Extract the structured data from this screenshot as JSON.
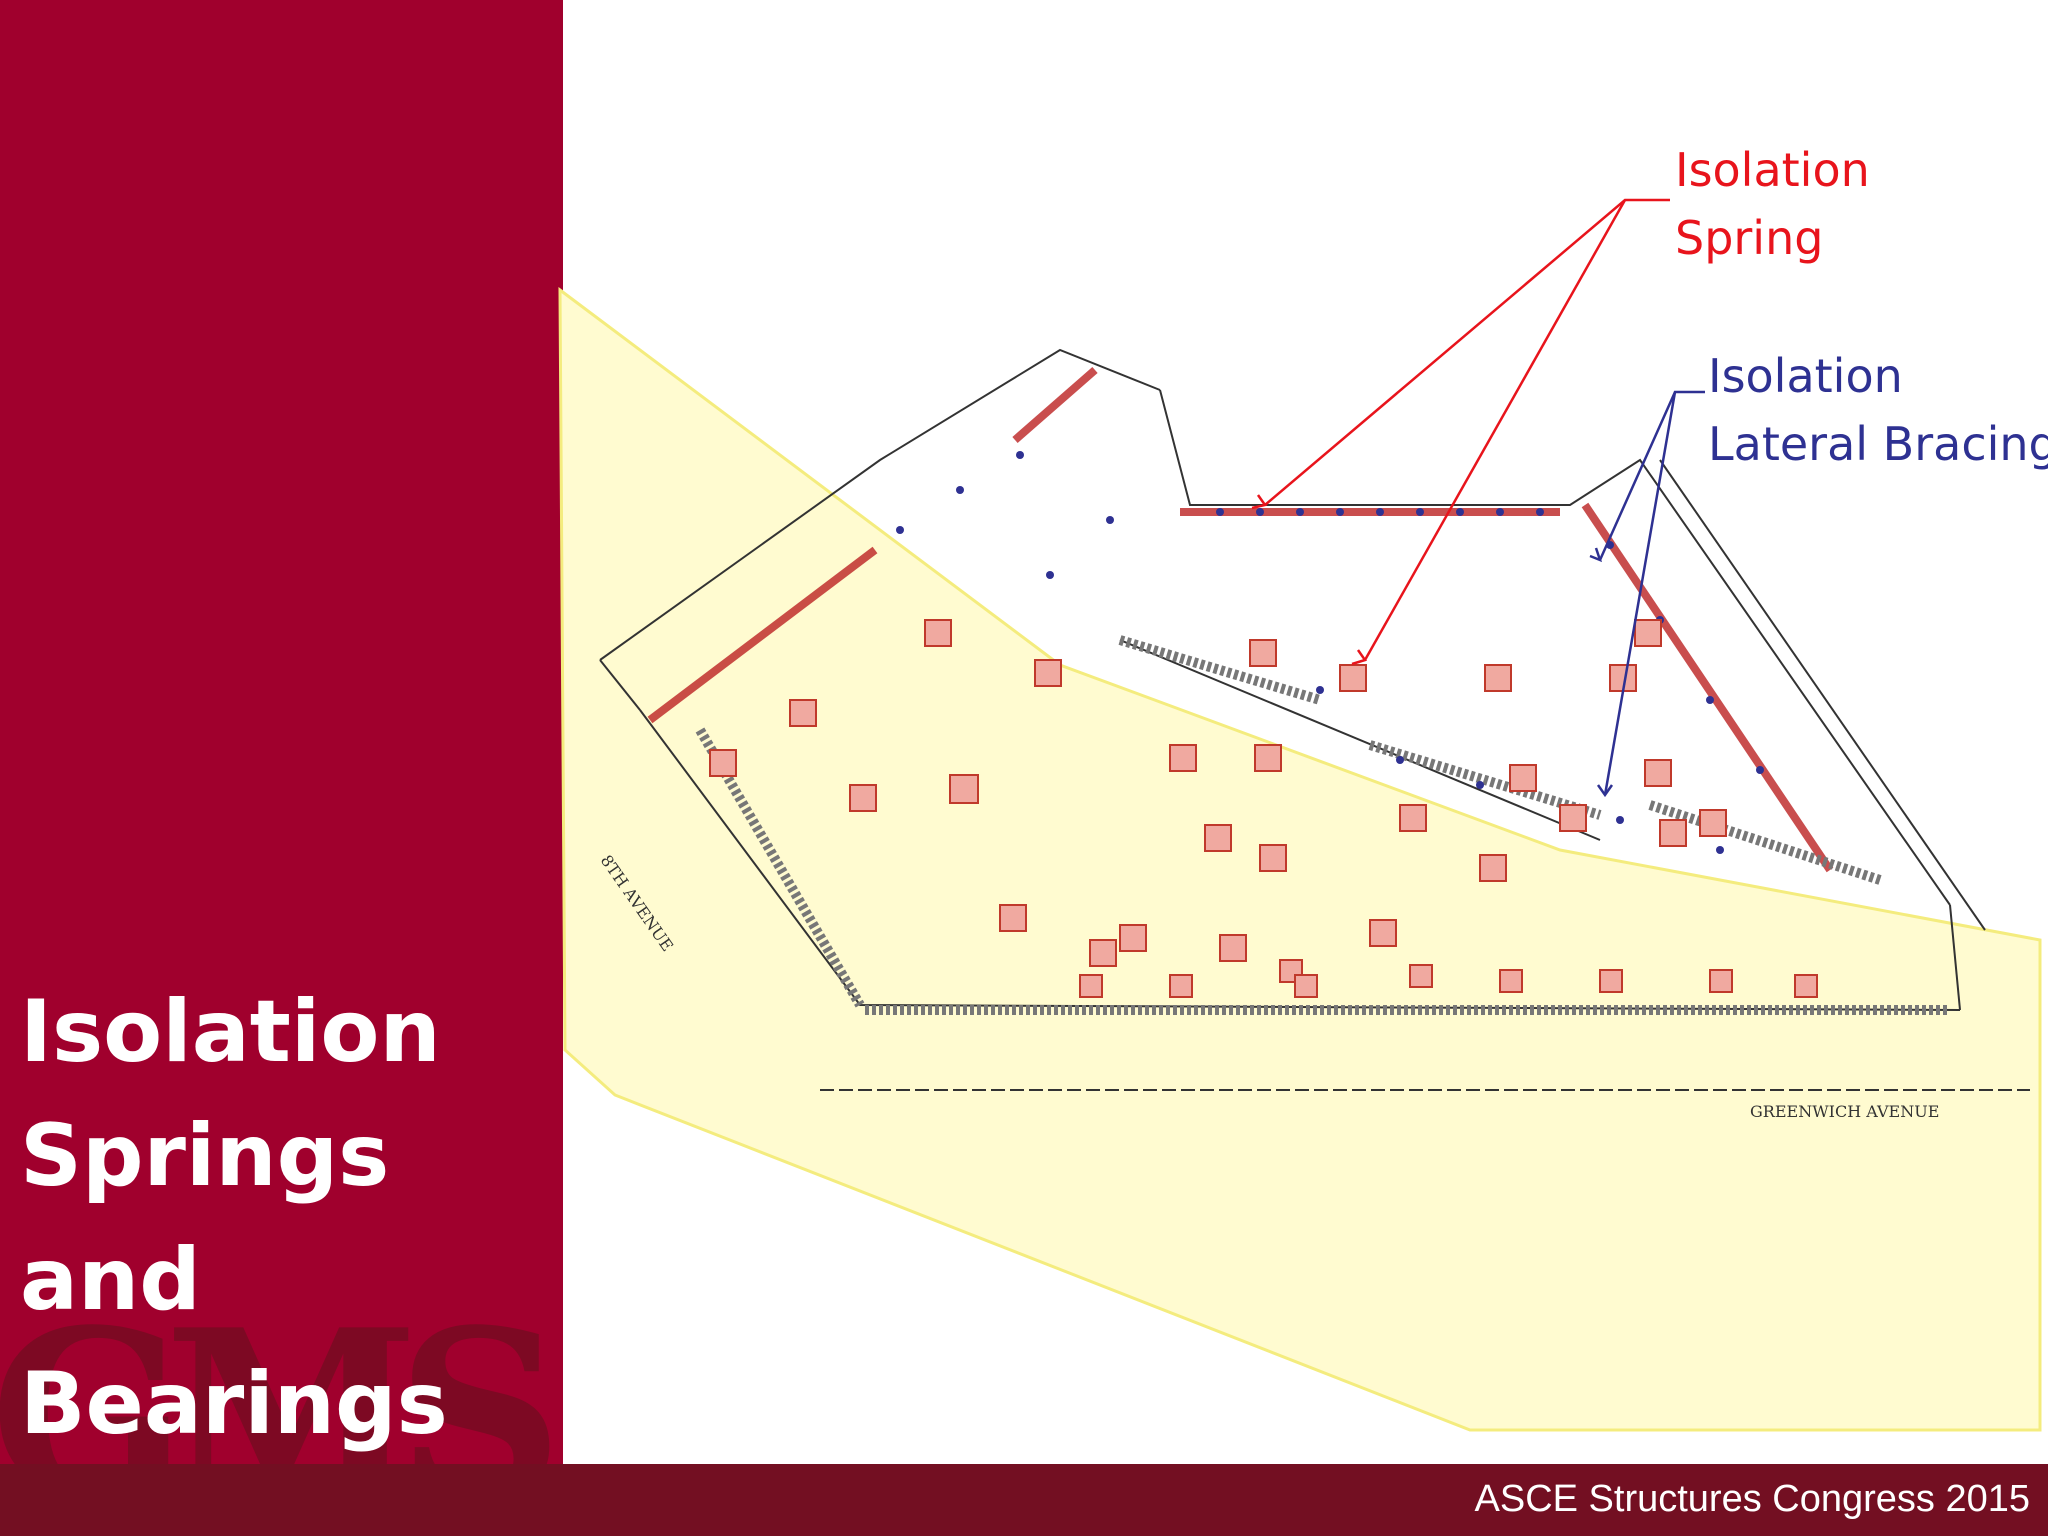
{
  "slide": {
    "title_lines": [
      "Isolation",
      "Springs and",
      "Bearings"
    ],
    "footer": "ASCE Structures Congress 2015",
    "logo_text": "GMS"
  },
  "callouts": {
    "spring": {
      "lines": [
        "Isolation",
        "Spring"
      ],
      "color": "#e8141c"
    },
    "bracing": {
      "lines": [
        "Isolation",
        "Lateral Bracing"
      ],
      "color": "#2e3192"
    }
  },
  "plan": {
    "streets": [
      "8TH AVENUE",
      "GREENWICH AVENUE"
    ],
    "highlight_color": "#fffbd0",
    "highlight_border": "#f4ec7e"
  },
  "colors": {
    "sidebar": "#a0002d",
    "footer": "#730f22"
  }
}
